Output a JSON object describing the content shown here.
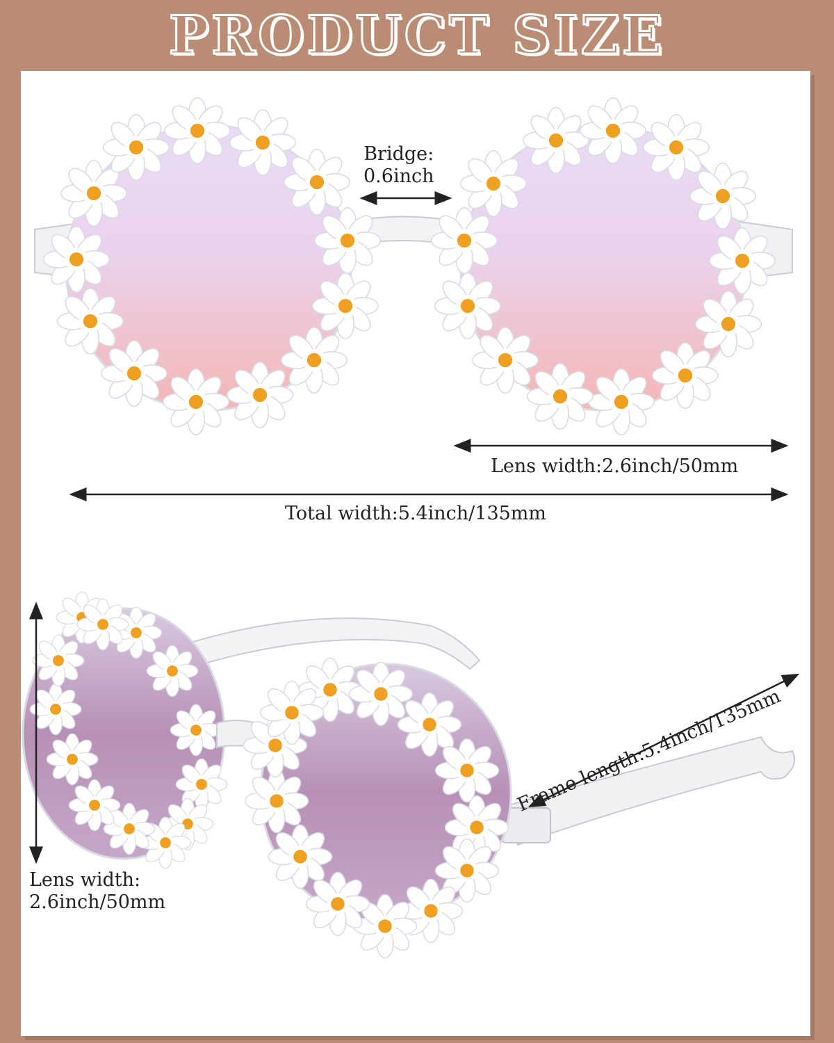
{
  "header": {
    "title": "PRODUCT SIZE"
  },
  "dimensions": {
    "bridge_label": "Bridge:",
    "bridge_value": "0.6inch",
    "lens_width_top": "Lens width:2.6inch/50mm",
    "total_width": "Total width:5.4inch/135mm",
    "lens_width_bottom_label": "Lens width:",
    "lens_width_bottom_value": "2.6inch/50mm",
    "frame_length": "Frame length:5.4inch/135mm"
  },
  "colors": {
    "background": "#b98c73",
    "panel": "#ffffff",
    "petal": "#ffffff",
    "flower_center": "#f0a020",
    "lens_top_start": "#e6d4f0",
    "lens_top_end": "#f3b8b8",
    "lens_side": "#a87fa6"
  },
  "product": {
    "name_icon": "daisy-sunglasses",
    "flower_icon": "daisy-icon"
  }
}
